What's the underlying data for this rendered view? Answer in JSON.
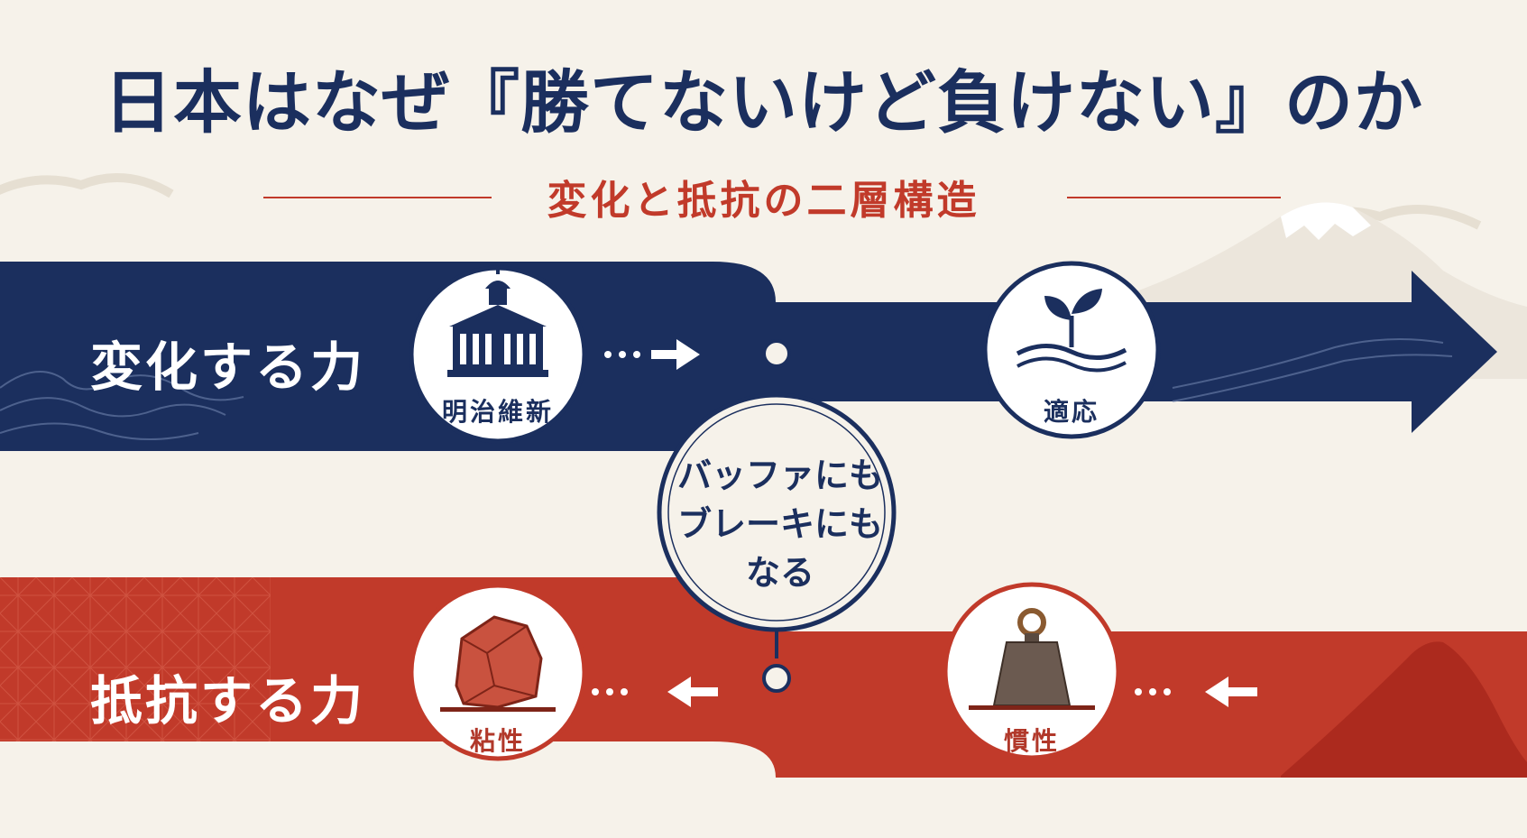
{
  "title": "日本はなぜ『勝てないけど負けない』のか",
  "subtitle": "変化と抵抗の二層構造",
  "change": {
    "label": "変化する力",
    "start_circle": {
      "label": "明治維新",
      "icon": "building-icon"
    },
    "end_circle": {
      "label": "適応",
      "icon": "sprout-waves-icon"
    }
  },
  "resistance": {
    "label": "抵抗する力",
    "start_circle": {
      "label": "粘性",
      "icon": "rock-icon"
    },
    "end_circle": {
      "label": "慣性",
      "icon": "weight-icon"
    }
  },
  "buffer": {
    "lines": [
      "バッファにも",
      "ブレーキにも",
      "なる"
    ]
  },
  "colors": {
    "navy": "#1b2f5e",
    "red": "#c13a2a",
    "background": "#f6f2ea"
  }
}
